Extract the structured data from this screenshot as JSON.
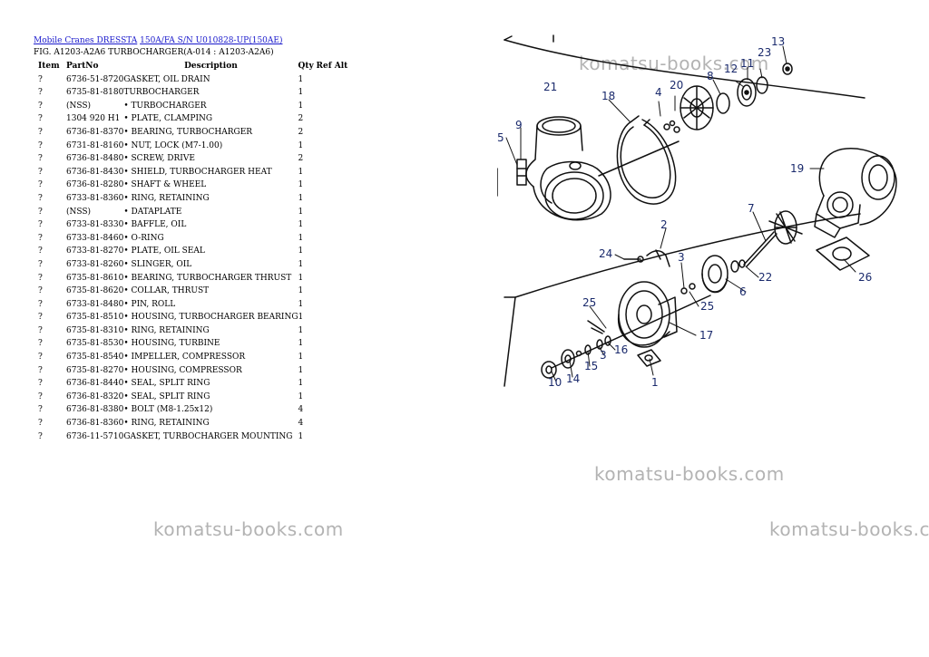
{
  "breadcrumb": {
    "link1": "Mobile Cranes DRESSTA",
    "link2": "150A/FA S/N U010828-UP(150AE)"
  },
  "figure_title": "FIG. A1203-A2A6 TURBOCHARGER(A-014 : A1203-A2A6)",
  "table": {
    "headers": {
      "item": "Item",
      "partno": "PartNo",
      "description": "Description",
      "qty": "Qty",
      "refalt": "Ref Alt"
    },
    "rows": [
      {
        "item": "?",
        "partno": "6736-51-8720",
        "description": "GASKET, OIL DRAIN",
        "qty": "1"
      },
      {
        "item": "?",
        "partno": "6735-81-8180",
        "description": "TURBOCHARGER",
        "qty": "1"
      },
      {
        "item": "?",
        "partno": "(NSS)",
        "description": "• TURBOCHARGER",
        "qty": "1"
      },
      {
        "item": "?",
        "partno": "1304 920 H1",
        "description": "• PLATE, CLAMPING",
        "qty": "2"
      },
      {
        "item": "?",
        "partno": "6736-81-8370",
        "description": "• BEARING, TURBOCHARGER",
        "qty": "2"
      },
      {
        "item": "?",
        "partno": "6731-81-8160",
        "description": "• NUT, LOCK (M7-1.00)",
        "qty": "1"
      },
      {
        "item": "?",
        "partno": "6736-81-8480",
        "description": "• SCREW, DRIVE",
        "qty": "2"
      },
      {
        "item": "?",
        "partno": "6736-81-8430",
        "description": "• SHIELD, TURBOCHARGER HEAT",
        "qty": "1"
      },
      {
        "item": "?",
        "partno": "6736-81-8280",
        "description": "• SHAFT & WHEEL",
        "qty": "1"
      },
      {
        "item": "?",
        "partno": "6733-81-8360",
        "description": "• RING, RETAINING",
        "qty": "1"
      },
      {
        "item": "?",
        "partno": "(NSS)",
        "description": "• DATAPLATE",
        "qty": "1"
      },
      {
        "item": "?",
        "partno": "6733-81-8330",
        "description": "• BAFFLE, OIL",
        "qty": "1"
      },
      {
        "item": "?",
        "partno": "6733-81-8460",
        "description": "• O-RING",
        "qty": "1"
      },
      {
        "item": "?",
        "partno": "6733-81-8270",
        "description": "• PLATE, OIL SEAL",
        "qty": "1"
      },
      {
        "item": "?",
        "partno": "6733-81-8260",
        "description": "• SLINGER, OIL",
        "qty": "1"
      },
      {
        "item": "?",
        "partno": "6735-81-8610",
        "description": "• BEARING, TURBOCHARGER THRUST",
        "qty": "1"
      },
      {
        "item": "?",
        "partno": "6735-81-8620",
        "description": "• COLLAR, THRUST",
        "qty": "1"
      },
      {
        "item": "?",
        "partno": "6733-81-8480",
        "description": "• PIN, ROLL",
        "qty": "1"
      },
      {
        "item": "?",
        "partno": "6735-81-8510",
        "description": "• HOUSING, TURBOCHARGER BEARING",
        "qty": "1"
      },
      {
        "item": "?",
        "partno": "6735-81-8310",
        "description": "• RING, RETAINING",
        "qty": "1"
      },
      {
        "item": "?",
        "partno": "6735-81-8530",
        "description": "• HOUSING, TURBINE",
        "qty": "1"
      },
      {
        "item": "?",
        "partno": "6735-81-8540",
        "description": "• IMPELLER, COMPRESSOR",
        "qty": "1"
      },
      {
        "item": "?",
        "partno": "6735-81-8270",
        "description": "• HOUSING, COMPRESSOR",
        "qty": "1"
      },
      {
        "item": "?",
        "partno": "6736-81-8440",
        "description": "• SEAL, SPLIT RING",
        "qty": "1"
      },
      {
        "item": "?",
        "partno": "6736-81-8320",
        "description": "• SEAL, SPLIT RING",
        "qty": "1"
      },
      {
        "item": "?",
        "partno": "6736-81-8380",
        "description": "• BOLT (M8-1.25x12)",
        "qty": "4"
      },
      {
        "item": "?",
        "partno": "6736-81-8360",
        "description": "• RING, RETAINING",
        "qty": "4"
      },
      {
        "item": "?",
        "partno": "6736-11-5710",
        "description": "GASKET, TURBOCHARGER MOUNTING",
        "qty": "1"
      }
    ]
  },
  "watermarks": [
    "komatsu-books.com",
    "komatsu-books.com",
    "komatsu-books.com",
    "komatsu-books.c"
  ],
  "diagram": {
    "callouts": [
      "13",
      "23",
      "11",
      "12",
      "8",
      "20",
      "4",
      "21",
      "18",
      "9",
      "5",
      "19",
      "7",
      "2",
      "24",
      "3",
      "22",
      "6",
      "25",
      "25",
      "17",
      "16",
      "3",
      "15",
      "14",
      "10",
      "1",
      "26"
    ]
  }
}
